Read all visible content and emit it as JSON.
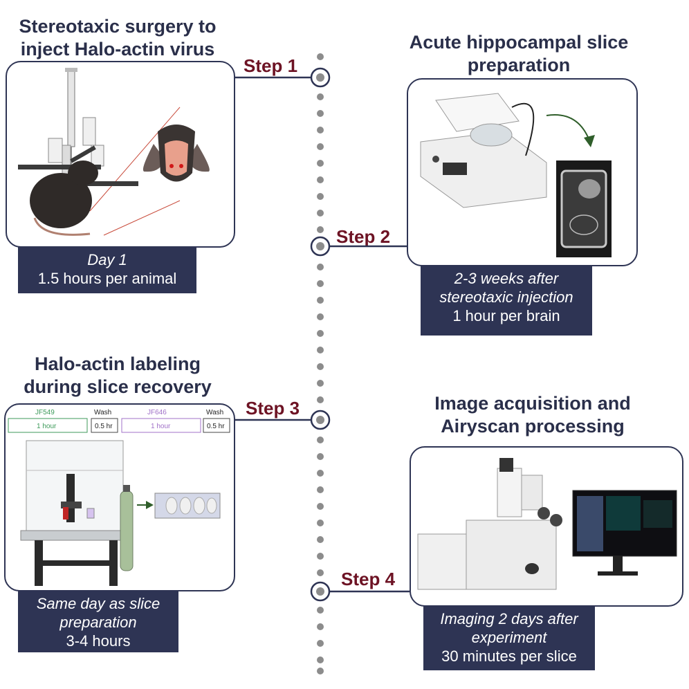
{
  "step1": {
    "title": [
      "Stereotaxic surgery to",
      "inject Halo-actin virus"
    ],
    "label": "Step 1",
    "caption_italic": [
      "Day 1"
    ],
    "caption_plain": [
      "1.5 hours per animal"
    ]
  },
  "step2": {
    "title": [
      "Acute hippocampal slice",
      "preparation"
    ],
    "label": "Step 2",
    "caption_italic": [
      "2-3 weeks after",
      "stereotaxic injection"
    ],
    "caption_plain": [
      "1 hour per brain"
    ]
  },
  "step3": {
    "title": [
      "Halo-actin labeling",
      "during slice recovery"
    ],
    "label": "Step 3",
    "caption_italic": [
      "Same day as slice",
      "preparation"
    ],
    "caption_plain": [
      "3-4 hours"
    ],
    "timeline": {
      "dye1": "JF549",
      "dye1_time": "1 hour",
      "wash1": "Wash",
      "wash1_time": "0.5 hr",
      "dye2": "JF646",
      "dye2_time": "1 hour",
      "wash2": "Wash",
      "wash2_time": "0.5 hr"
    }
  },
  "step4": {
    "title": [
      "Image acquisition and",
      "Airyscan processing"
    ],
    "label": "Step 4",
    "caption_italic": [
      "Imaging 2 days after",
      "experiment"
    ],
    "caption_plain": [
      "30 minutes per slice"
    ]
  },
  "colors": {
    "navy": "#2e3454",
    "step_red": "#6d1324",
    "dots": "#8c8c8c",
    "jf549": "#3d9a5a",
    "jf646": "#a070c8"
  }
}
